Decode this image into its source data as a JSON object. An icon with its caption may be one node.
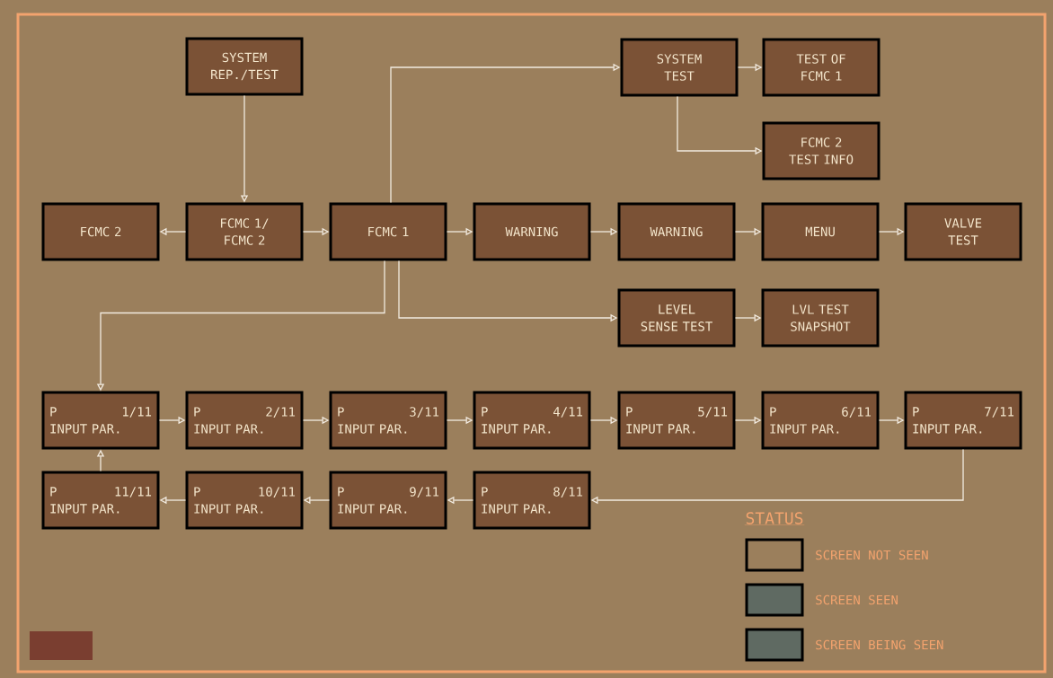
{
  "diagram": {
    "nodes": [
      {
        "text": [
          "SYSTEM REP./TEST"
        ]
      },
      {
        "text": [
          "SYSTEM TEST"
        ]
      },
      {
        "text": [
          "TEST OF FCMC 1"
        ]
      },
      {
        "text": [
          "FCMC 2 TEST INFO"
        ]
      },
      {
        "text": [
          "FCMC 2"
        ]
      },
      {
        "text": [
          "FCMC 1/ FCMC 2"
        ]
      },
      {
        "text": [
          "FCMC 1"
        ]
      },
      {
        "text": [
          "WARNING"
        ]
      },
      {
        "text": [
          "WARNING"
        ]
      },
      {
        "text": [
          "MENU"
        ]
      },
      {
        "text": [
          "VALVE TEST"
        ]
      },
      {
        "text": [
          "LEVEL SENSE TEST"
        ]
      },
      {
        "text": [
          "LVL TEST SNAPSHOT"
        ]
      },
      {
        "text": [
          "P",
          "1/11",
          "INPUT PAR."
        ]
      },
      {
        "text": [
          "P",
          "2/11",
          "INPUT PAR."
        ]
      },
      {
        "text": [
          "P",
          "3/11",
          "INPUT PAR."
        ]
      },
      {
        "text": [
          "P",
          "4/11",
          "INPUT PAR."
        ]
      },
      {
        "text": [
          "P",
          "5/11",
          "INPUT PAR."
        ]
      },
      {
        "text": [
          "P",
          "6/11",
          "INPUT PAR."
        ]
      },
      {
        "text": [
          "P",
          "7/11",
          "INPUT PAR."
        ]
      },
      {
        "text": [
          "P",
          "8/11",
          "INPUT PAR."
        ]
      },
      {
        "text": [
          "P",
          "9/11",
          "INPUT PAR."
        ]
      },
      {
        "text": [
          "P",
          "10/11",
          "INPUT PAR."
        ]
      },
      {
        "text": [
          "P",
          "11/11",
          "INPUT PAR."
        ]
      }
    ],
    "edges": [
      {
        "from": 0,
        "to": 5,
        "arrow": "to"
      },
      {
        "from": 5,
        "to": 4,
        "arrow": "to"
      },
      {
        "from": 5,
        "to": 6,
        "arrow": "to"
      },
      {
        "from": 6,
        "to": 1,
        "arrow": "to"
      },
      {
        "from": 1,
        "to": 2,
        "arrow": "to"
      },
      {
        "from": 1,
        "to": 3,
        "arrow": "to"
      },
      {
        "from": 6,
        "to": 7,
        "arrow": "to"
      },
      {
        "from": 7,
        "to": 8,
        "arrow": "to"
      },
      {
        "from": 8,
        "to": 9,
        "arrow": "to"
      },
      {
        "from": 9,
        "to": 10,
        "arrow": "to"
      },
      {
        "from": 6,
        "to": 11,
        "arrow": "to"
      },
      {
        "from": 11,
        "to": 12,
        "arrow": "to"
      },
      {
        "from": 6,
        "to": 13,
        "arrow": "to"
      },
      {
        "from": 13,
        "to": 14,
        "arrow": "to"
      },
      {
        "from": 14,
        "to": 15,
        "arrow": "to"
      },
      {
        "from": 15,
        "to": 16,
        "arrow": "to"
      },
      {
        "from": 16,
        "to": 17,
        "arrow": "to"
      },
      {
        "from": 17,
        "to": 18,
        "arrow": "to"
      },
      {
        "from": 18,
        "to": 19,
        "arrow": "to"
      },
      {
        "from": 19,
        "to": 20,
        "arrow": "to"
      },
      {
        "from": 20,
        "to": 21,
        "arrow": "to"
      },
      {
        "from": 21,
        "to": 22,
        "arrow": "to"
      },
      {
        "from": 22,
        "to": 23,
        "arrow": "to"
      },
      {
        "from": 23,
        "to": 13,
        "arrow": "to"
      }
    ],
    "labels": [
      "STATUS"
    ],
    "legend": [
      {
        "text": "SCREEN NOT SEEN"
      },
      {
        "text": "SCREEN SEEN",
        "color": "#5f6a62"
      },
      {
        "text": "SCREEN BEING SEEN",
        "color": "#5f6a62"
      }
    ]
  }
}
